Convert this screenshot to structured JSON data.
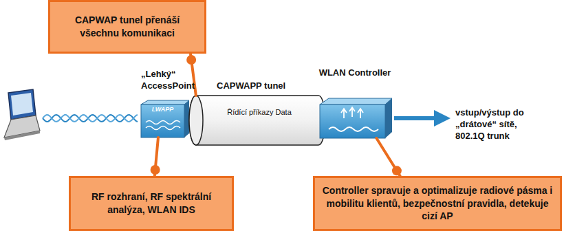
{
  "diagram": {
    "nodes": [
      {
        "text": [
          "CAPWAP  tunel přenáší všechnu komunikaci"
        ]
      },
      {
        "text": [
          "„Lehký“ AccessPoint",
          "LWAPP"
        ]
      },
      {
        "text": [
          "CAPWAPP tunel",
          "Řídící příkazy Data"
        ]
      },
      {
        "text": [
          "WLAN Controller"
        ]
      },
      {
        "text": [
          "RF rozhraní, RF spektrální analýza, WLAN IDS"
        ]
      },
      {
        "text": [
          "Controller spravuje a optimalizuje radiové pásma i mobilitu klientů, bezpečnostní pravidla, detekuje cizí AP"
        ]
      }
    ],
    "edges": [
      {
        "from": 0,
        "to": 2,
        "arrow": "none"
      },
      {
        "from": 4,
        "to": 1,
        "arrow": "none"
      },
      {
        "from": 5,
        "to": 3,
        "arrow": "none"
      }
    ],
    "labels": [
      "vstup/výstup do „drátové“ sítě, 802.1Q trunk"
    ]
  }
}
